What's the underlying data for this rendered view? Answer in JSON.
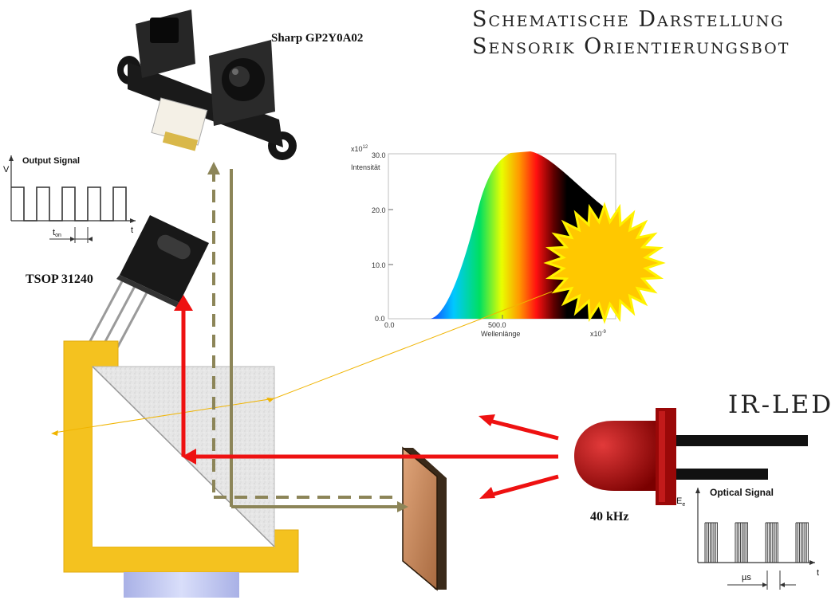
{
  "title": {
    "line1": "Schematische Darstellung",
    "line2": "Sensorik Orientierungsbot"
  },
  "labels": {
    "sharp_sensor": "Sharp GP2Y0A02",
    "tsop_receiver": "TSOP 31240",
    "ir_led": "IR-LED",
    "frequency": "40 kHz"
  },
  "output_signal": {
    "title": "Output Signal",
    "y_axis": "V",
    "x_axis": "t",
    "pulse_label": "t",
    "pulse_label_sub": "on"
  },
  "optical_signal": {
    "title": "Optical Signal",
    "y_axis": "E",
    "y_axis_sub": "e",
    "x_axis": "t",
    "interval_label": "µs"
  },
  "spectrum_chart": {
    "exponent_y": "x10",
    "exponent_y_sup": "12",
    "ylabel": "Intensität",
    "xlabel": "Wellenlänge",
    "exponent_x": "x10",
    "exponent_x_sup": "-9",
    "y_ticks": [
      "30.0",
      "20.0",
      "10.0",
      "0.0"
    ],
    "x_ticks": [
      "0.0",
      "500.0"
    ]
  },
  "colors": {
    "ir_beam": "#ee1111",
    "sensor_beam": "#8c8558",
    "frame": "#f4c21f",
    "sun": "#ffc800",
    "target_plate": "#c98a5c"
  }
}
